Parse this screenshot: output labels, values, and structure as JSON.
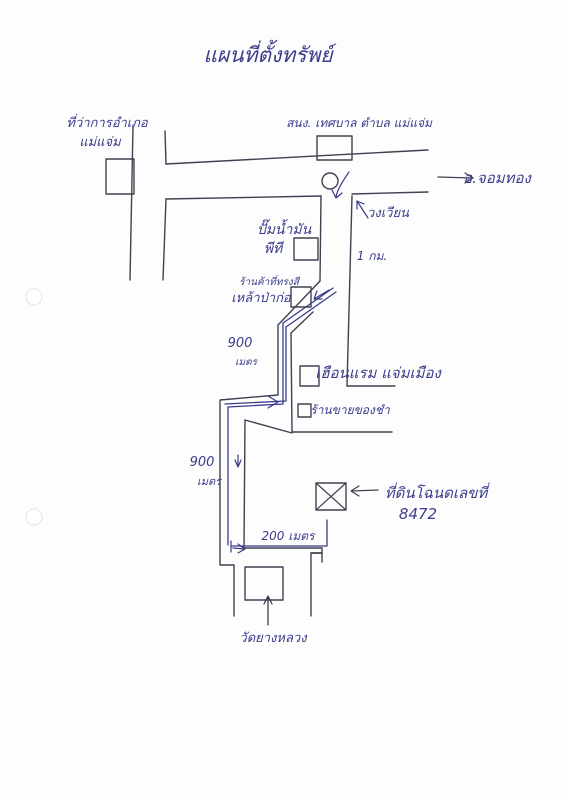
{
  "title": "แผนที่ตั้งทรัพย์",
  "labels": {
    "district_office": [
      "ที่ว่าการอำเภอ",
      "แม่แจ่ม"
    ],
    "municipal_office": "สนง. เทศบาล ตำบล แม่แจ่ม",
    "to_chom_thong": "อ.จอมทอง",
    "traffic_circle": "วงเวียน",
    "km_marker": "1 กม.",
    "gas_station": [
      "ปั๊มน้ำมัน",
      "พีที"
    ],
    "intersection": [
      "ร้านค้าที่ทรงสี",
      "เหล้าป่าก่อ"
    ],
    "dist_900_upper": [
      "900",
      "เมตร"
    ],
    "dist_900_lower": [
      "900",
      "เมตร"
    ],
    "dist_200": "200 เมตร",
    "hotel": "เฮือนแรม แจ่มเมือง",
    "shop": "ร้านขายของชำ",
    "property": [
      "ที่ดินโฉนดเลขที่",
      "8472"
    ],
    "temple": "วัดยางหลวง"
  }
}
